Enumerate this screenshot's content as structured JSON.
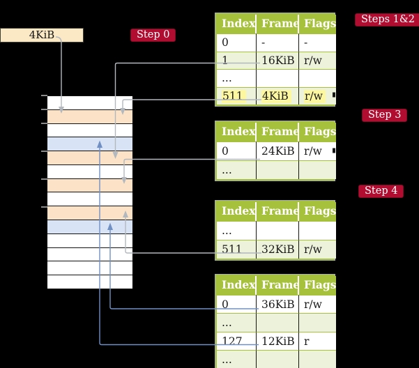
{
  "page": {
    "background": "#000000"
  },
  "colors": {
    "badge_bg": "#b00d31",
    "badge_text": "#ffffff",
    "table_header_bg": "#a6c13b",
    "table_shaded_row_bg": "#edf2db",
    "highlight_yellow": "#fdf7a0",
    "memory_pagetable_row": "#fce3c7",
    "memory_frame_row": "#d8e4f5",
    "arrow_gray": "#b2b8be",
    "arrow_blue": "#7090c4",
    "box_4kib_bg": "#fbe9c6"
  },
  "labels": {
    "physical_box": "4KiB",
    "step0": "Step 0",
    "steps12": "Steps 1&2",
    "step3": "Step 3",
    "step4": "Step 4"
  },
  "memory": {
    "rows": [
      {
        "kind": "empty"
      },
      {
        "kind": "pagetable"
      },
      {
        "kind": "empty"
      },
      {
        "kind": "frame"
      },
      {
        "kind": "pagetable"
      },
      {
        "kind": "empty"
      },
      {
        "kind": "pagetable"
      },
      {
        "kind": "empty"
      },
      {
        "kind": "pagetable"
      },
      {
        "kind": "frame"
      },
      {
        "kind": "empty"
      },
      {
        "kind": "empty"
      },
      {
        "kind": "empty"
      },
      {
        "kind": "empty"
      }
    ]
  },
  "tables": [
    {
      "name": "level4-table",
      "headers": [
        "Index",
        "Frame",
        "Flags"
      ],
      "rows": [
        {
          "cells": [
            "0",
            "-",
            "-"
          ]
        },
        {
          "cells": [
            "1",
            "16KiB",
            "r/w"
          ]
        },
        {
          "cells": [
            "...",
            "",
            ""
          ]
        },
        {
          "cells": [
            "511",
            "4KiB",
            "r/w"
          ],
          "highlight": true
        }
      ]
    },
    {
      "name": "level3-table",
      "headers": [
        "Index",
        "Frame",
        "Flags"
      ],
      "rows": [
        {
          "cells": [
            "0",
            "24KiB",
            "r/w"
          ]
        },
        {
          "cells": [
            "...",
            "",
            ""
          ]
        }
      ]
    },
    {
      "name": "level2-table",
      "headers": [
        "Index",
        "Frame",
        "Flags"
      ],
      "rows": [
        {
          "cells": [
            "...",
            "",
            ""
          ]
        },
        {
          "cells": [
            "511",
            "32KiB",
            "r/w"
          ]
        }
      ]
    },
    {
      "name": "level1-table",
      "headers": [
        "Index",
        "Frame",
        "Flags"
      ],
      "rows": [
        {
          "cells": [
            "0",
            "36KiB",
            "r/w"
          ]
        },
        {
          "cells": [
            "...",
            "",
            ""
          ]
        },
        {
          "cells": [
            "127",
            "12KiB",
            "r"
          ]
        },
        {
          "cells": [
            "...",
            "",
            ""
          ]
        }
      ]
    }
  ]
}
